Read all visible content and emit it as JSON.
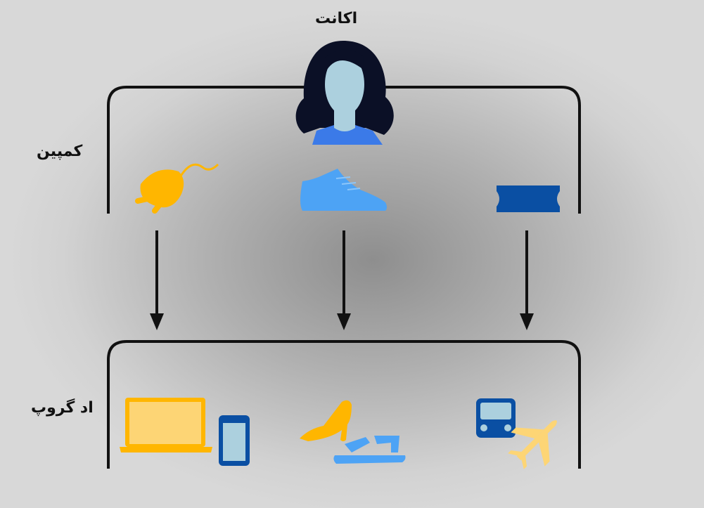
{
  "labels": {
    "account": "اکانت",
    "campaign": "کمپین",
    "adgroup": "اد گروپ"
  },
  "colors": {
    "yellow": "#ffb600",
    "light_blue": "#4da3f5",
    "dark_blue": "#0a4fa3",
    "pale_yellow": "#fdd575",
    "hair": "#0b1026",
    "skin": "#acd0de",
    "shirt": "#3b7ae8"
  },
  "icons": {
    "account": "woman-avatar-icon",
    "campaign": [
      "plug-icon",
      "sneaker-icon",
      "ticket-icon"
    ],
    "adgroup": [
      "laptop-icon",
      "phone-icon",
      "high-heel-icon",
      "sandal-icon",
      "bus-icon",
      "airplane-icon"
    ]
  }
}
